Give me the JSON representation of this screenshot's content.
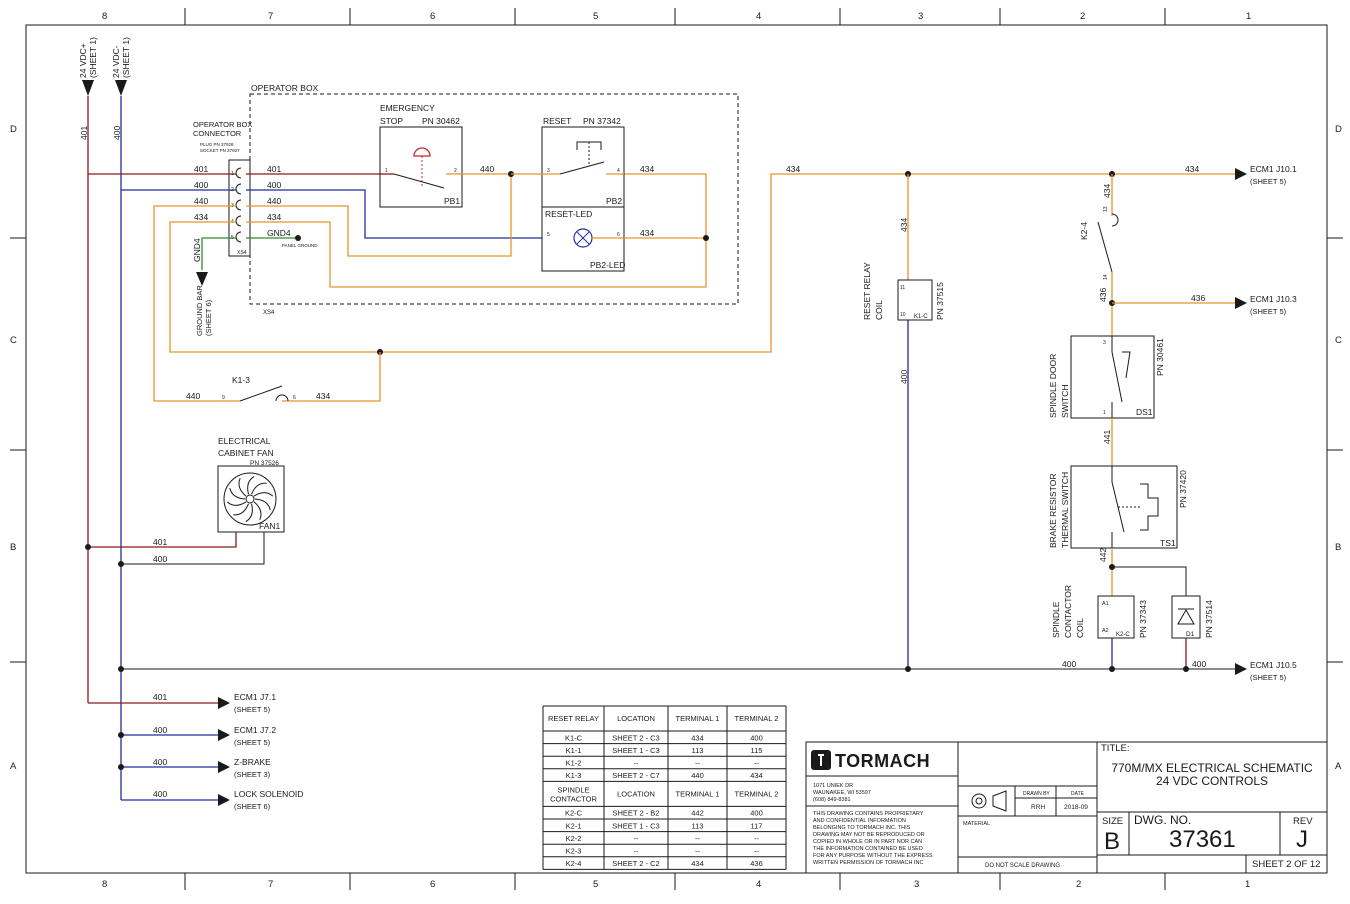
{
  "border": {
    "cols_top": [
      "8",
      "7",
      "6",
      "5",
      "4",
      "3",
      "2",
      "1"
    ],
    "rows_side": [
      "D",
      "C",
      "B",
      "A"
    ]
  },
  "supply": {
    "pos": {
      "label": "24 VDC+",
      "ref": "(SHEET 1)",
      "wire": "401"
    },
    "neg": {
      "label": "24 VDC-",
      "ref": "(SHEET 1)",
      "wire": "400"
    }
  },
  "operator_box": {
    "title": "OPERATOR BOX",
    "tag": "XS4",
    "connector": {
      "title1": "OPERATOR BOX",
      "title2": "CONNECTOR",
      "plug": "PLUG PN 37928",
      "socket": "SOCKET PN 37927",
      "ref": "XS4",
      "pins": [
        "1",
        "2",
        "3",
        "4",
        "5"
      ],
      "left_wires": [
        "401",
        "400",
        "440",
        "434"
      ],
      "right_wires": [
        "401",
        "400",
        "440",
        "434",
        "GND4"
      ]
    },
    "panel_ground": "PANEL GROUND",
    "gnd_wire": "GND4",
    "ground_bar": "GROUND BAR",
    "ground_ref": "(SHEET 6)",
    "estop": {
      "title1": "EMERGENCY",
      "title2": "STOP",
      "pn": "PN 30462",
      "ref": "PB1",
      "pin1": "1",
      "pin2": "2"
    },
    "reset": {
      "title": "RESET",
      "pn": "PN 37342",
      "ref": "PB2",
      "pin3": "3",
      "pin4": "4"
    },
    "reset_led": {
      "title": "RESET-LED",
      "ref": "PB2-LED",
      "pin5": "5",
      "pin6": "6"
    },
    "w440": "440",
    "w434a": "434",
    "w434b": "434"
  },
  "k13": {
    "label": "K1-3",
    "pin9": "9",
    "pin6": "6",
    "w_left": "440",
    "w_right": "434"
  },
  "fan": {
    "title1": "ELECTRICAL",
    "title2": "CABINET FAN",
    "pn": "PN 37526",
    "ref": "FAN1",
    "w401": "401",
    "w400": "400"
  },
  "relay": {
    "title1": "RESET RELAY",
    "title2": "COIL",
    "pn": "PN 37515",
    "ref": "K1-C",
    "pin11": "11",
    "pin10": "10",
    "w_top": "434",
    "w_bot": "400"
  },
  "bus434": {
    "label": "434"
  },
  "right_side": {
    "ecm_j101": {
      "label": "ECM1 J10.1",
      "ref": "(SHEET 5)",
      "wire": "434"
    },
    "ecm_j103": {
      "label": "ECM1 J10.3",
      "ref": "(SHEET 5)",
      "wire": "436"
    },
    "ecm_j105": {
      "label": "ECM1 J10.5",
      "ref": "(SHEET 5)",
      "wire": "400",
      "wire2": "400"
    },
    "k24": {
      "label": "K2-4",
      "pin13": "13",
      "pin14": "14",
      "w434": "434",
      "w436": "436"
    },
    "door": {
      "title1": "SPINDLE DOOR",
      "title2": "SWITCH",
      "pn": "PN 30461",
      "ref": "DS1",
      "pin3": "3",
      "pin1": "1",
      "w441": "441"
    },
    "thermal": {
      "title1": "BRAKE RESISTOR",
      "title2": "THERMAL SWITCH",
      "pn": "PN 37420",
      "ref": "TS1",
      "w442": "442"
    },
    "contactor": {
      "title1": "SPINDLE",
      "title2": "CONTACTOR",
      "title3": "COIL",
      "pn": "PN 37343",
      "ref": "K2-C",
      "a1": "A1",
      "a2": "A2"
    },
    "diode": {
      "pn": "PN 37514",
      "ref": "D1"
    }
  },
  "left_outputs": [
    {
      "wire": "401",
      "label": "ECM1 J7.1",
      "ref": "(SHEET 5)"
    },
    {
      "wire": "400",
      "label": "ECM1 J7.2",
      "ref": "(SHEET 5)"
    },
    {
      "wire": "400",
      "label": "Z-BRAKE",
      "ref": "(SHEET 3)"
    },
    {
      "wire": "400",
      "label": "LOCK SOLENOID",
      "ref": "(SHEET 6)"
    }
  ],
  "table": {
    "sections": [
      {
        "headers": [
          "RESET RELAY",
          "LOCATION",
          "TERMINAL 1",
          "TERMINAL 2"
        ],
        "rows": [
          [
            "K1-C",
            "SHEET 2 - C3",
            "434",
            "400"
          ],
          [
            "K1-1",
            "SHEET 1 - C3",
            "113",
            "115"
          ],
          [
            "K1-2",
            "--",
            "--",
            "--"
          ],
          [
            "K1-3",
            "SHEET 2 - C7",
            "440",
            "434"
          ]
        ]
      },
      {
        "headers": [
          "SPINDLE CONTACTOR",
          "LOCATION",
          "TERMINAL 1",
          "TERMINAL 2"
        ],
        "rows": [
          [
            "K2-C",
            "SHEET 2 - B2",
            "442",
            "400"
          ],
          [
            "K2-1",
            "SHEET 1 - C3",
            "113",
            "117"
          ],
          [
            "K2-2",
            "--",
            "--",
            "--"
          ],
          [
            "K2-3",
            "--",
            "--",
            "--"
          ],
          [
            "K2-4",
            "SHEET 2 - C2",
            "434",
            "436"
          ]
        ]
      }
    ]
  },
  "titleblock": {
    "company": "TORMACH",
    "address": [
      "1071 UNIEK DR",
      "WAUNAKEE, WI 53597",
      "(608) 849-8381"
    ],
    "notice": [
      "THIS DRAWING CONTAINS PROPRIETARY",
      "AND CONFIDENTIAL INFORMATION",
      "BELONGING TO TORMACH INC. THIS",
      "DRAWING MAY NOT BE REPRODUCED OR",
      "COPIED IN WHOLE OR IN PART NOR CAN",
      "THE INFORMATION CONTAINED BE USED",
      "FOR ANY PURPOSE WITHOUT THE EXPRESS",
      "WRITTEN PERMISSION OF TORMACH INC"
    ],
    "drawn_by_label": "DRAWN BY",
    "date_label": "DATE",
    "drawn_by": "RRH",
    "date": "2018-09",
    "material_label": "MATERIAL",
    "do_not_scale": "DO NOT SCALE DRAWING",
    "title_label": "TITLE:",
    "title1": "770M/MX ELECTRICAL SCHEMATIC",
    "title2": "24 VDC CONTROLS",
    "size_label": "SIZE",
    "size": "B",
    "dwg_label": "DWG.  NO.",
    "dwg": "37361",
    "rev_label": "REV",
    "rev": "J",
    "sheet": "SHEET 2 OF 12"
  },
  "colors": {
    "red": "#8b1a1a",
    "blue": "#1f2f9c",
    "orange": "#e6952b",
    "green": "#2d8b2d"
  }
}
